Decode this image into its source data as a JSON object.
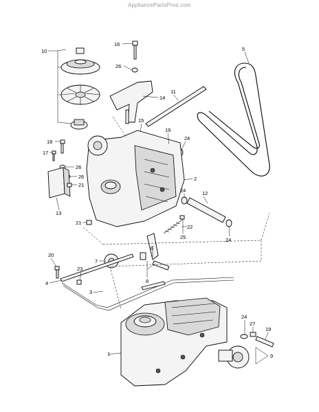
{
  "watermark": "AppliancePartsPros.com",
  "callouts": [
    "1",
    "2",
    "3",
    "4",
    "5",
    "6",
    "7",
    "8",
    "9",
    "10",
    "11",
    "12",
    "13",
    "14",
    "15",
    "16",
    "17",
    "18",
    "19",
    "19",
    "20",
    "21",
    "21",
    "22",
    "23",
    "24",
    "24",
    "24",
    "24",
    "25",
    "26",
    "26",
    "26",
    "27"
  ]
}
